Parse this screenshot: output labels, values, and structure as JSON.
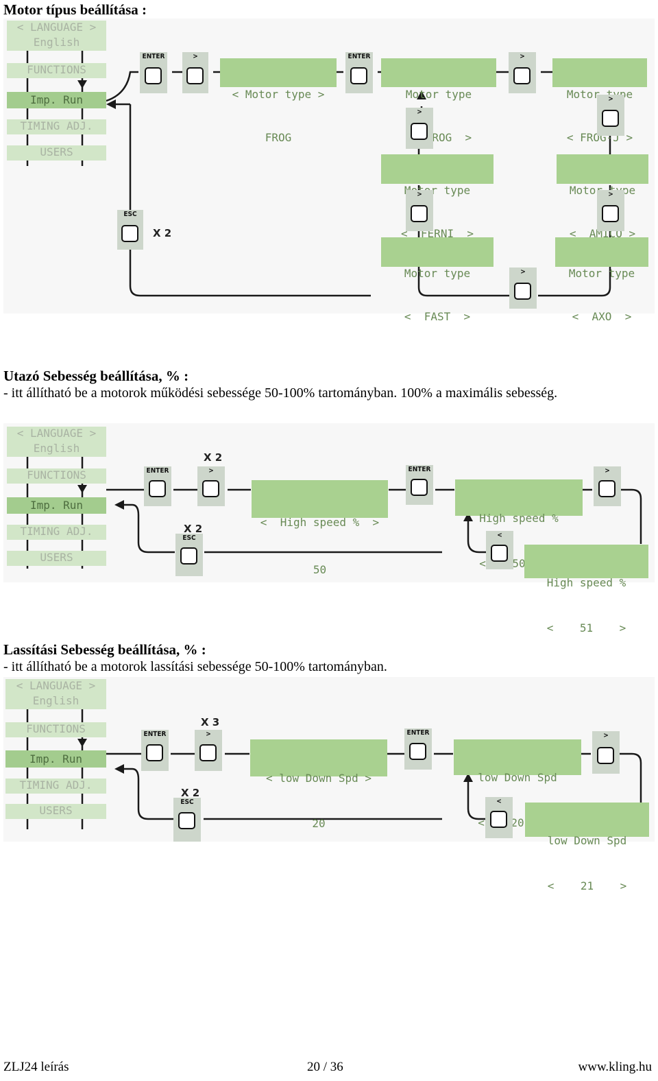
{
  "section1": {
    "heading": "Motor típus beállítása :",
    "menu": [
      "< LANGUAGE >",
      "English",
      "FUNCTIONS",
      "Imp. Run",
      "TIMING ADJ.",
      "USERS"
    ],
    "buttons": {
      "enter": "ENTER",
      "right": ">",
      "esc": "ESC"
    },
    "esc_multiplier": "X 2",
    "lcd": {
      "frog_menu": {
        "line1": "< Motor type >",
        "line2": "FROG"
      },
      "frog": {
        "line1": "Motor type",
        "line2": "<  FROG  >"
      },
      "frogj": {
        "line1": "Motor type",
        "line2": "< FROG-J >"
      },
      "ferni": {
        "line1": "Motor type",
        "line2": "<  FERNI  >"
      },
      "amico": {
        "line1": "Motor type",
        "line2": "<  AMICO >"
      },
      "fast": {
        "line1": "Motor type",
        "line2": "<  FAST  >"
      },
      "axo": {
        "line1": "Motor type",
        "line2": "<  AXO  >"
      }
    }
  },
  "section2": {
    "heading": "Utazó Sebesség beállítása, % :",
    "description": "- itt állítható be a motorok működési sebessége 50-100% tartományban. 100% a maximális sebesség.",
    "menu": [
      "< LANGUAGE >",
      "English",
      "FUNCTIONS",
      "Imp. Run",
      "TIMING ADJ.",
      "USERS"
    ],
    "buttons": {
      "enter": "ENTER",
      "right": ">",
      "left": "<",
      "esc": "ESC"
    },
    "right_multiplier": "X 2",
    "esc_multiplier": "X 2",
    "lcd": {
      "menu": {
        "line1": "<  High speed %  >",
        "line2": "50"
      },
      "edit": {
        "line1": "High speed %",
        "line2": "<    50    >"
      },
      "next": {
        "line1": "High speed %",
        "line2": "<    51    >"
      }
    }
  },
  "section3": {
    "heading": "Lassítási Sebesség beállítása, % :",
    "description": "- itt állítható be a motorok lassítási sebessége 50-100% tartományban.",
    "menu": [
      "< LANGUAGE >",
      "English",
      "FUNCTIONS",
      "Imp. Run",
      "TIMING ADJ.",
      "USERS"
    ],
    "buttons": {
      "enter": "ENTER",
      "right": ">",
      "left": "<",
      "esc": "ESC"
    },
    "right_multiplier": "X 3",
    "esc_multiplier": "X 2",
    "lcd": {
      "menu": {
        "line1": "< low Down Spd >",
        "line2": "20"
      },
      "edit": {
        "line1": "low Down Spd",
        "line2": "<    20    >"
      },
      "next": {
        "line1": "low Down Spd",
        "line2": "<    21    >"
      }
    }
  },
  "footer": {
    "left": "ZLJ24 leírás",
    "center": "20 / 36",
    "right": "www.kling.hu"
  }
}
